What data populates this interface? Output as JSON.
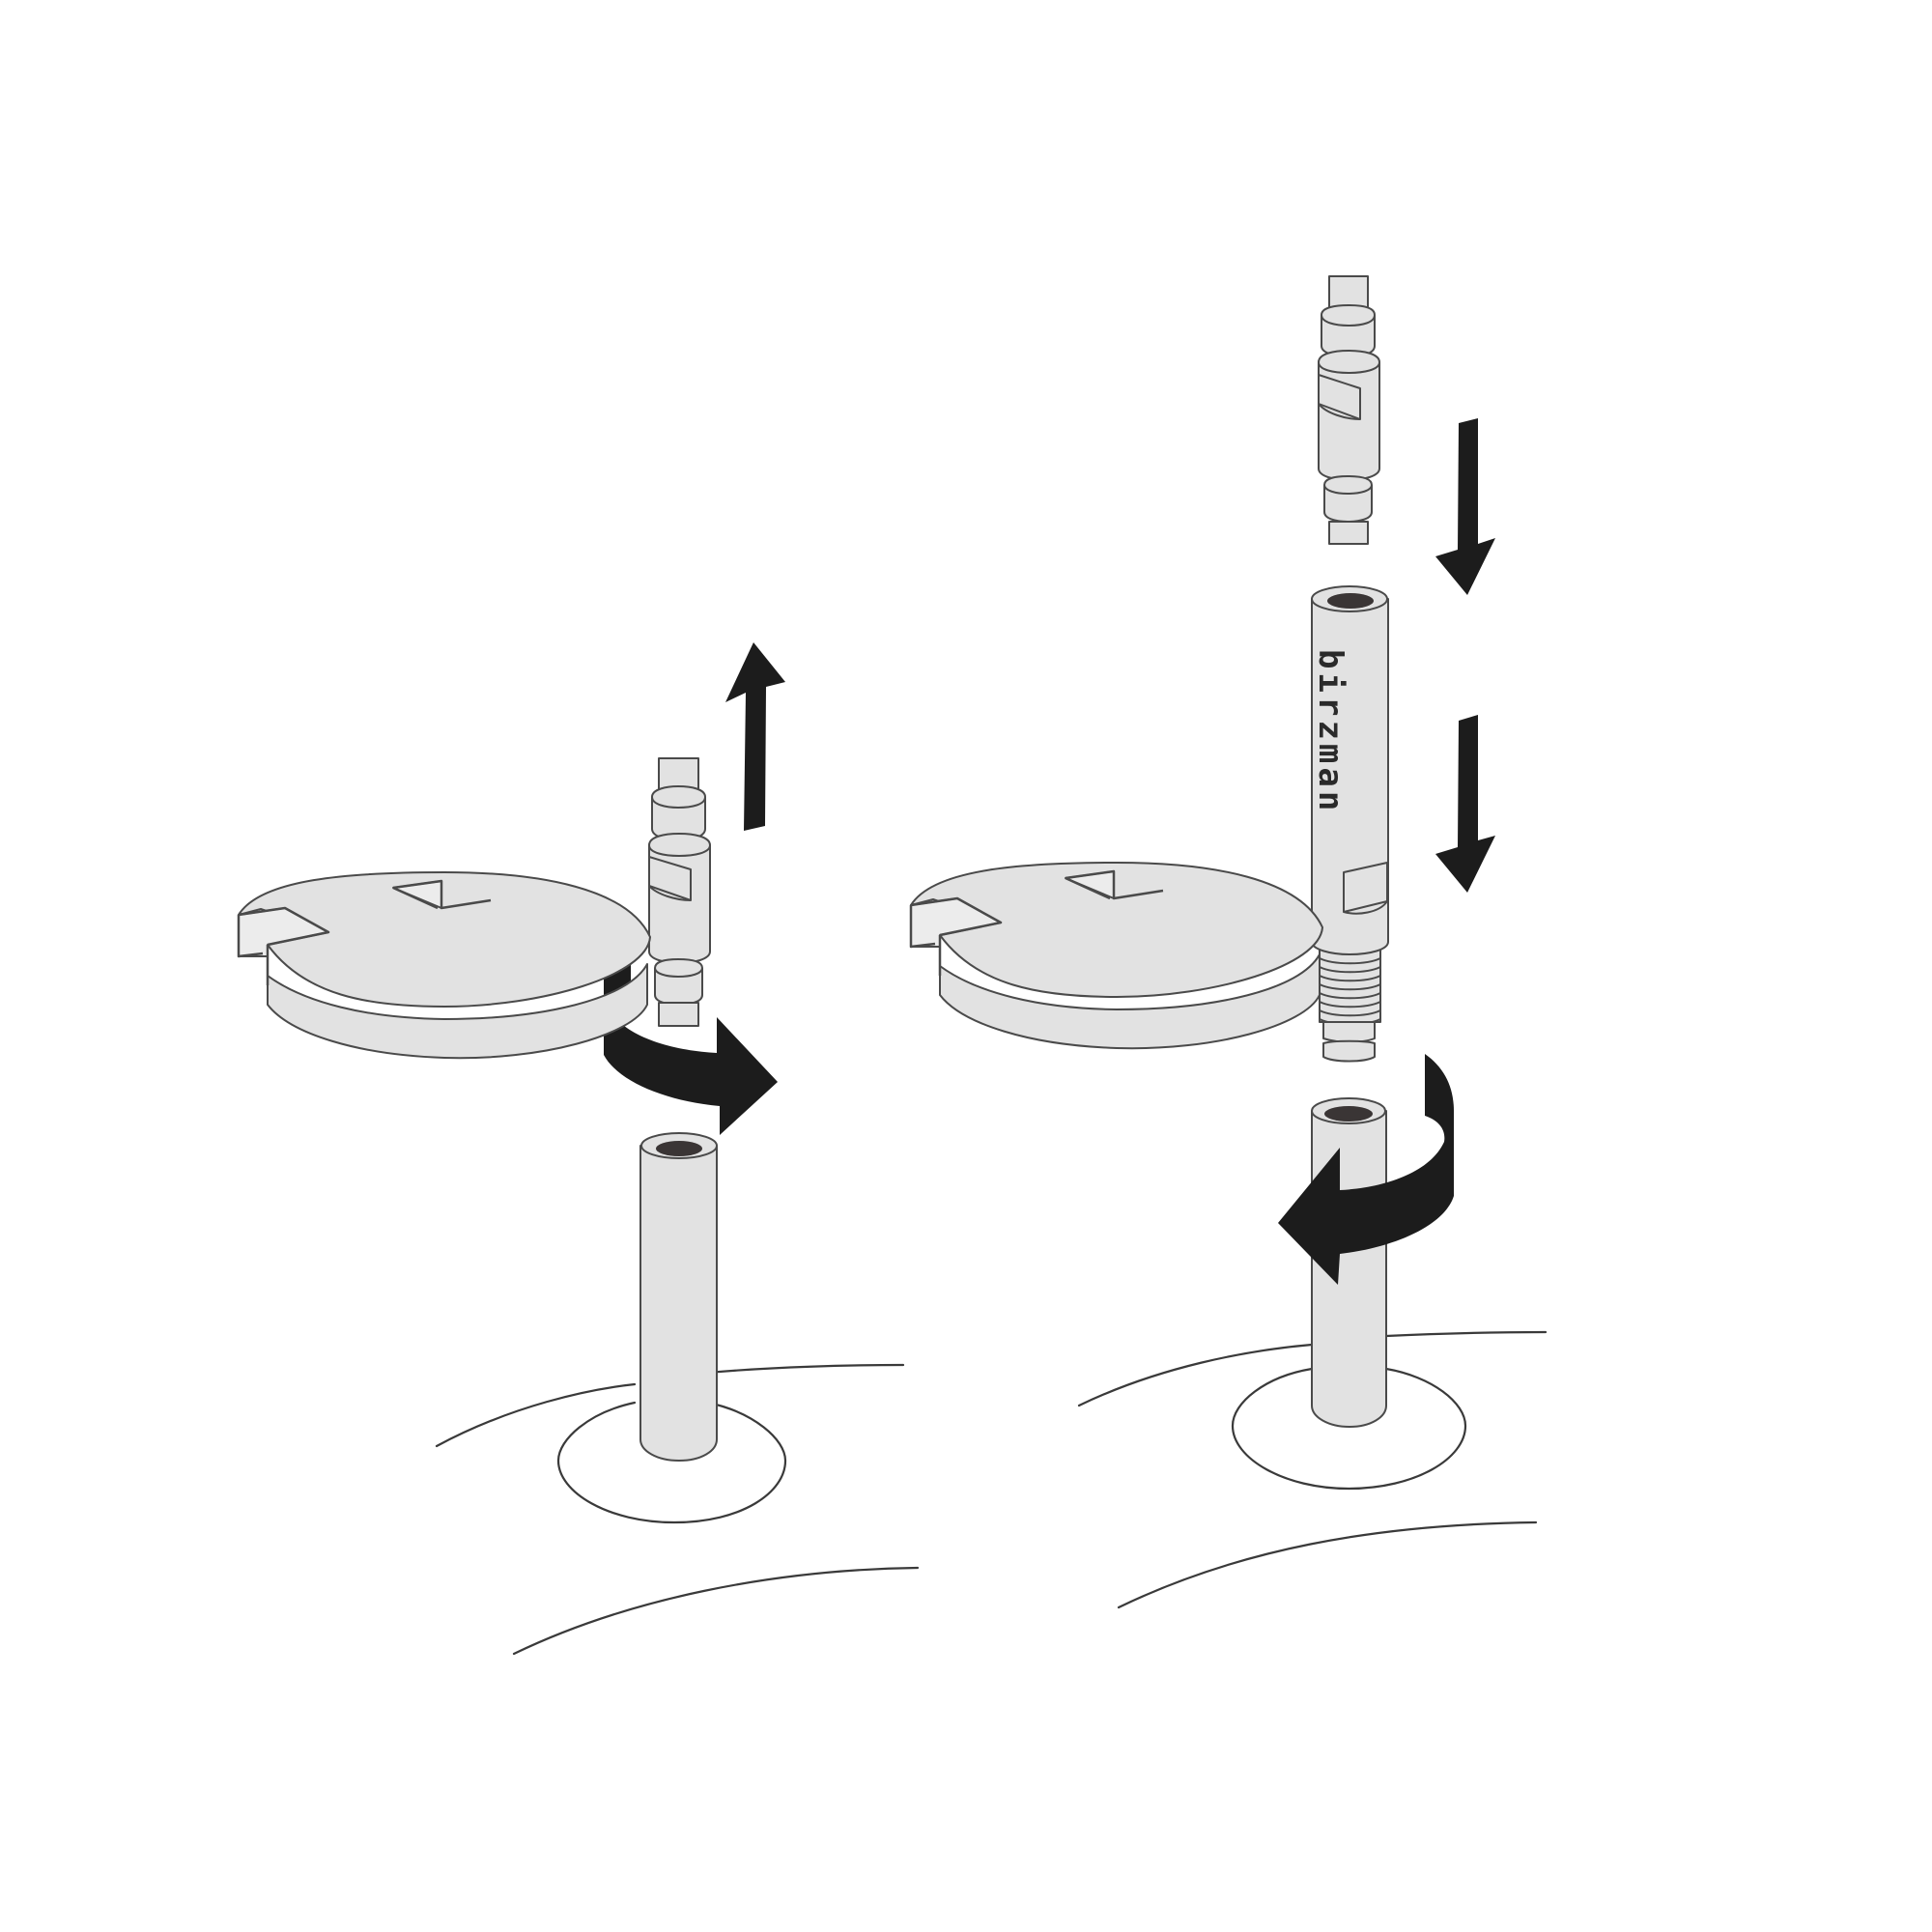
{
  "figure": {
    "type": "instruction-diagram",
    "description": "Valve core removal and valve extender installation steps",
    "colors": {
      "background": "#ffffff",
      "part_fill": "#e2e2e2",
      "outline": "#4a4a4a",
      "arrow": "#1c1c1c",
      "hole": "#3a3535"
    }
  },
  "step_left": {
    "label": "remove-valve-core",
    "tool": "valve-core-tool-disc",
    "arrows": [
      "straight-up-arrow",
      "counterclockwise-curved-arrow"
    ]
  },
  "step_right": {
    "label": "install-valve-extender",
    "tool": "valve-core-tool-disc",
    "arrows": [
      "straight-down-arrow",
      "straight-down-arrow",
      "clockwise-curved-arrow"
    ],
    "extender_logo": "birzman"
  }
}
